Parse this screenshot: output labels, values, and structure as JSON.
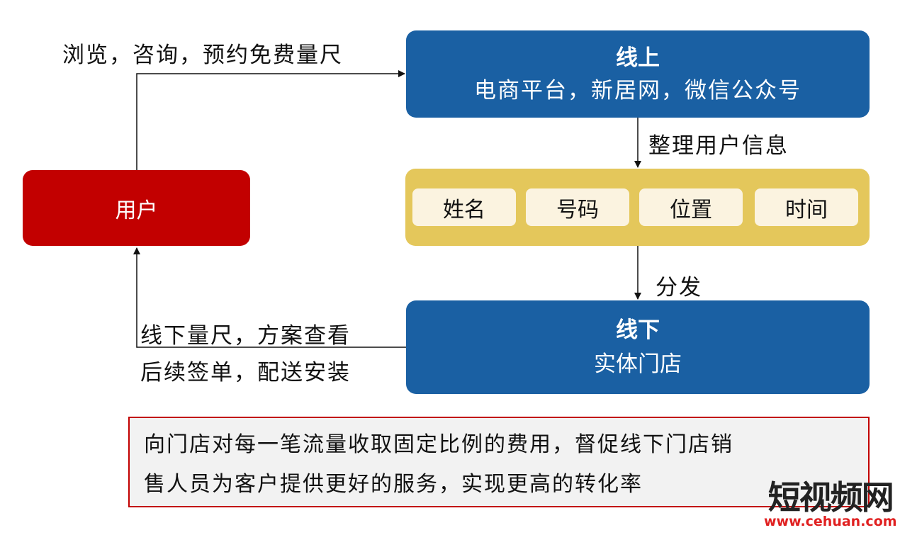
{
  "user": {
    "label": "用户"
  },
  "online": {
    "title": "线上",
    "subtitle": "电商平台，新居网，微信公众号"
  },
  "info_fields": [
    "姓名",
    "号码",
    "位置",
    "时间"
  ],
  "offline": {
    "title": "线下",
    "subtitle": "实体门店"
  },
  "edges": {
    "user_to_online": "浏览，咨询，预约免费量尺",
    "online_to_info": "整理用户信息",
    "info_to_offline": "分发",
    "offline_to_user_line1": "线下量尺，方案查看",
    "offline_to_user_line2": "后续签单，配送安装"
  },
  "note": {
    "line1": "向门店对每一笔流量收取固定比例的费用，督促线下门店销",
    "line2": "售人员为客户提供更好的服务，实现更高的转化率"
  },
  "watermark": {
    "title": "短视频网",
    "url": "www.cehuan.com"
  },
  "colors": {
    "blue": "#1a60a3",
    "red": "#c20000",
    "yellow": "#e4c75b",
    "cell": "#fbf3e0"
  }
}
